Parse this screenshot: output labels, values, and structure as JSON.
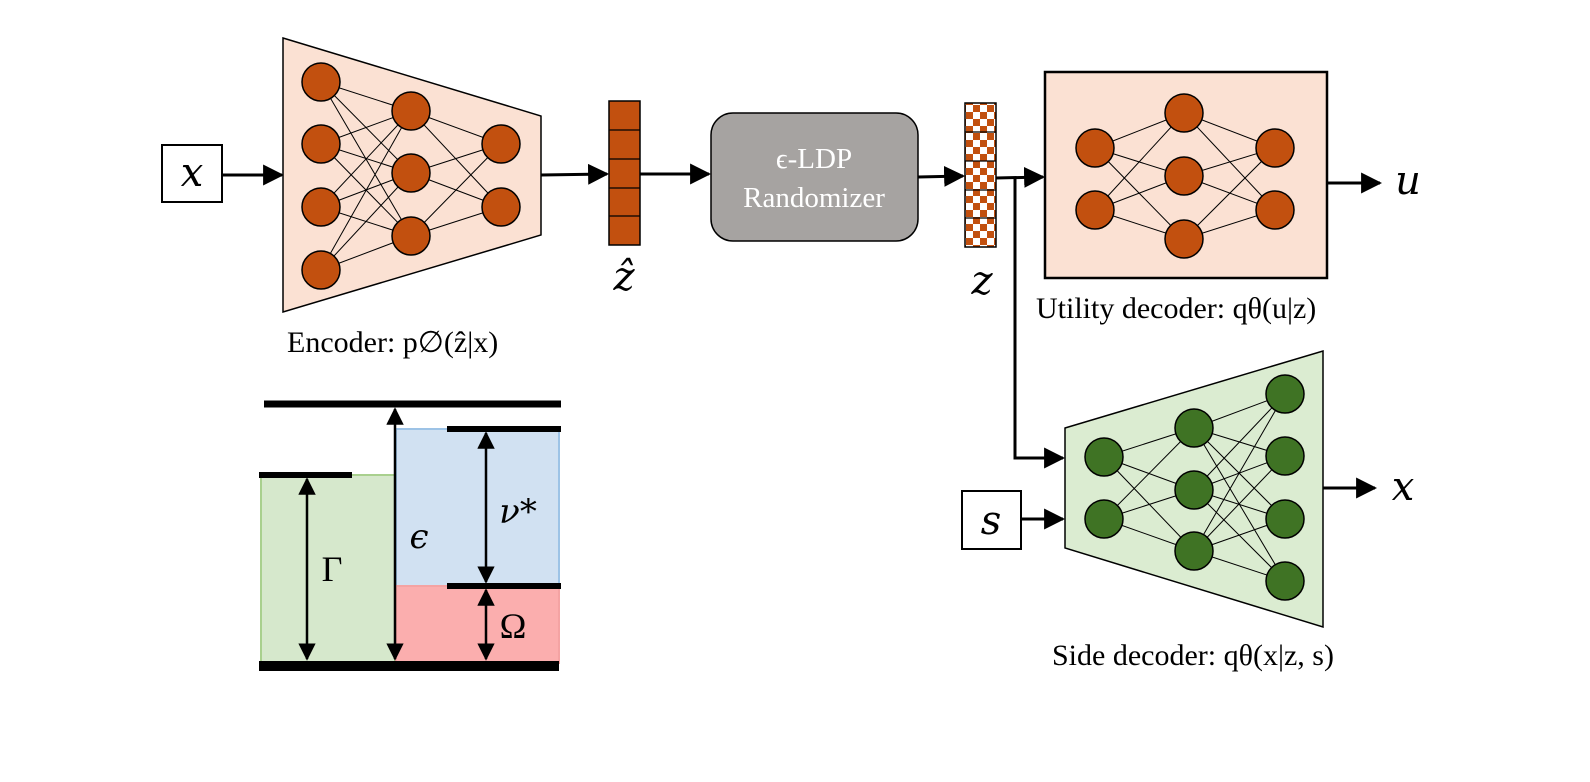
{
  "inputs": {
    "x": "x",
    "s": "s"
  },
  "outputs": {
    "u": "u",
    "x": "x"
  },
  "latents": {
    "z_hat": "ẑ",
    "z": "z"
  },
  "randomizer": {
    "line1": "ϵ-LDP",
    "line2": "Randomizer"
  },
  "captions": {
    "encoder": "Encoder: p∅(ẑ|x)",
    "utility_decoder": "Utility decoder: qθ(u|z)",
    "side_decoder": "Side decoder: qθ(x|z, s)"
  },
  "budget_symbols": {
    "epsilon": "ϵ",
    "gamma": "Γ",
    "nu_star": "ν*",
    "omega": "Ω"
  },
  "colors": {
    "encoder_fill": "#fbe1d3",
    "encoder_node": "#c2500f",
    "side_fill": "#dbecd1",
    "side_node": "#3f7324",
    "randomizer_fill": "#a6a3a1",
    "bar_green": "#d6e8cc",
    "bar_blue": "#d1e1f2",
    "bar_red": "#fbaeae"
  }
}
